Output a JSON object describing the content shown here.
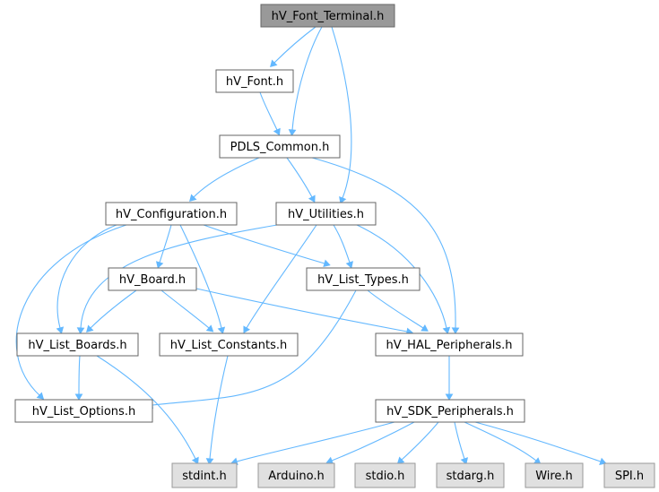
{
  "nodes": {
    "font_terminal": {
      "label": "hV_Font_Terminal.h",
      "style": "root"
    },
    "font": {
      "label": "hV_Font.h",
      "style": "file"
    },
    "pdls_common": {
      "label": "PDLS_Common.h",
      "style": "file"
    },
    "configuration": {
      "label": "hV_Configuration.h",
      "style": "file"
    },
    "utilities": {
      "label": "hV_Utilities.h",
      "style": "file"
    },
    "board": {
      "label": "hV_Board.h",
      "style": "file"
    },
    "list_types": {
      "label": "hV_List_Types.h",
      "style": "file"
    },
    "list_boards": {
      "label": "hV_List_Boards.h",
      "style": "file"
    },
    "list_constants": {
      "label": "hV_List_Constants.h",
      "style": "file"
    },
    "hal_peripherals": {
      "label": "hV_HAL_Peripherals.h",
      "style": "file"
    },
    "list_options": {
      "label": "hV_List_Options.h",
      "style": "file"
    },
    "sdk_peripherals": {
      "label": "hV_SDK_Peripherals.h",
      "style": "file"
    },
    "stdint": {
      "label": "stdint.h",
      "style": "system"
    },
    "arduino": {
      "label": "Arduino.h",
      "style": "system"
    },
    "stdio": {
      "label": "stdio.h",
      "style": "system"
    },
    "stdarg": {
      "label": "stdarg.h",
      "style": "system"
    },
    "wire": {
      "label": "Wire.h",
      "style": "system"
    },
    "spi": {
      "label": "SPI.h",
      "style": "system"
    }
  },
  "edges": [
    [
      "font_terminal",
      "font"
    ],
    [
      "font_terminal",
      "pdls_common"
    ],
    [
      "font_terminal",
      "utilities"
    ],
    [
      "font",
      "pdls_common"
    ],
    [
      "pdls_common",
      "configuration"
    ],
    [
      "pdls_common",
      "utilities"
    ],
    [
      "pdls_common",
      "hal_peripherals"
    ],
    [
      "configuration",
      "board"
    ],
    [
      "configuration",
      "list_types"
    ],
    [
      "configuration",
      "list_boards"
    ],
    [
      "configuration",
      "list_constants"
    ],
    [
      "configuration",
      "list_options"
    ],
    [
      "utilities",
      "list_types"
    ],
    [
      "utilities",
      "list_boards"
    ],
    [
      "utilities",
      "list_constants"
    ],
    [
      "utilities",
      "hal_peripherals"
    ],
    [
      "board",
      "list_boards"
    ],
    [
      "board",
      "list_constants"
    ],
    [
      "board",
      "hal_peripherals"
    ],
    [
      "list_types",
      "hal_peripherals"
    ],
    [
      "list_types",
      "list_options"
    ],
    [
      "list_boards",
      "list_options"
    ],
    [
      "list_boards",
      "stdint"
    ],
    [
      "list_constants",
      "stdint"
    ],
    [
      "hal_peripherals",
      "sdk_peripherals"
    ],
    [
      "sdk_peripherals",
      "stdint"
    ],
    [
      "sdk_peripherals",
      "arduino"
    ],
    [
      "sdk_peripherals",
      "stdio"
    ],
    [
      "sdk_peripherals",
      "stdarg"
    ],
    [
      "sdk_peripherals",
      "wire"
    ],
    [
      "sdk_peripherals",
      "spi"
    ]
  ],
  "colors": {
    "root_fill": "#999999",
    "file_fill": "#ffffff",
    "system_fill": "#e0e0e0",
    "border": "#666666",
    "system_border": "#999999",
    "edge": "#63b8ff",
    "text": "#000000"
  }
}
